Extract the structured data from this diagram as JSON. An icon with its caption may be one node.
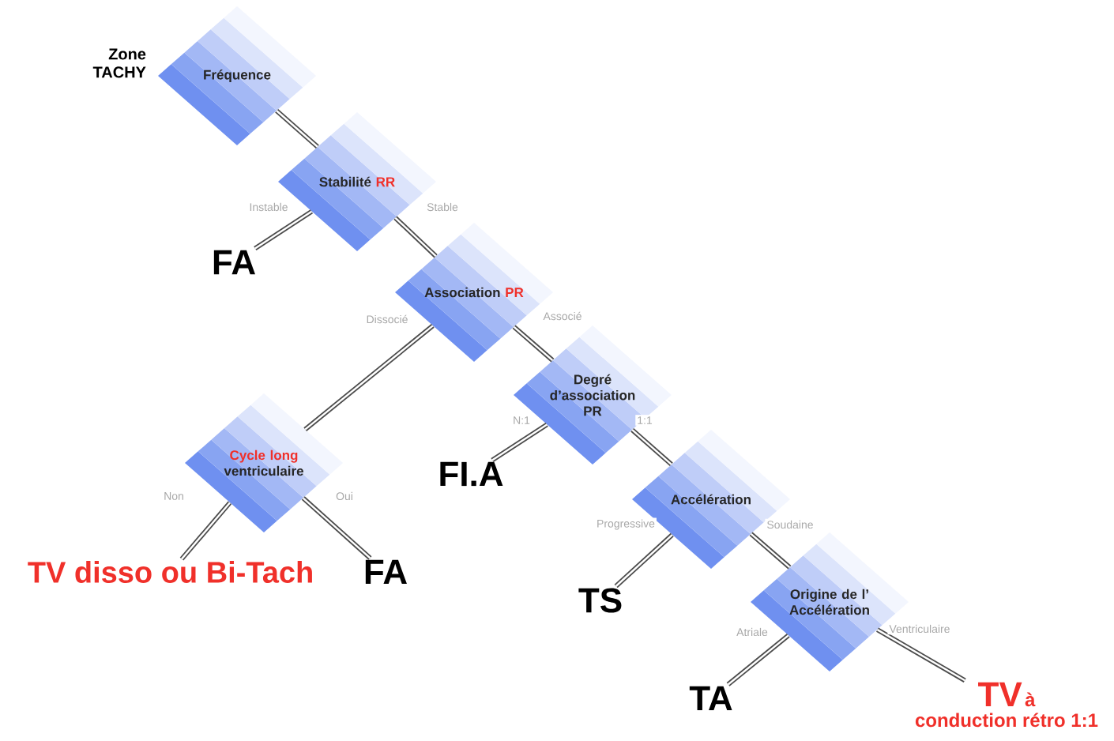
{
  "diagram": {
    "nodes": [
      {
        "text": [
          "Fréquence"
        ],
        "beside": [
          "Zone TACHY"
        ]
      },
      {
        "text": [
          "Stabilité",
          "RR"
        ]
      },
      {
        "text": [
          "Association",
          "PR"
        ]
      },
      {
        "text": [
          "Degré d’association PR"
        ]
      },
      {
        "text": [
          "Accélération"
        ]
      },
      {
        "text": [
          "Origine de l’ Accélération"
        ]
      },
      {
        "text": [
          "Cycle long",
          "ventriculaire"
        ]
      },
      {
        "text": [
          "FA"
        ]
      },
      {
        "text": [
          "FI.A"
        ]
      },
      {
        "text": [
          "TS"
        ]
      },
      {
        "text": [
          "TA"
        ]
      },
      {
        "text": [
          "TV",
          "à",
          "conduction rétro 1:1"
        ]
      },
      {
        "text": [
          "TV disso ou Bi-Tach"
        ]
      },
      {
        "text": [
          "FA"
        ]
      }
    ],
    "edges": [
      {
        "from": 0,
        "to": 1,
        "arrow": "none"
      },
      {
        "from": 1,
        "to": 7,
        "arrow": "none",
        "label": "Instable"
      },
      {
        "from": 1,
        "to": 2,
        "arrow": "none",
        "label": "Stable"
      },
      {
        "from": 2,
        "to": 6,
        "arrow": "none",
        "label": "Dissocié"
      },
      {
        "from": 2,
        "to": 3,
        "arrow": "none",
        "label": "Associé"
      },
      {
        "from": 3,
        "to": 8,
        "arrow": "none",
        "label": "N:1"
      },
      {
        "from": 3,
        "to": 4,
        "arrow": "none",
        "label": "1:1"
      },
      {
        "from": 6,
        "to": 12,
        "arrow": "none",
        "label": "Non"
      },
      {
        "from": 6,
        "to": 13,
        "arrow": "none",
        "label": "Oui"
      },
      {
        "from": 4,
        "to": 9,
        "arrow": "none",
        "label": "Progressive"
      },
      {
        "from": 4,
        "to": 5,
        "arrow": "none",
        "label": "Soudaine"
      },
      {
        "from": 5,
        "to": 10,
        "arrow": "none",
        "label": "Atriale"
      },
      {
        "from": 5,
        "to": 11,
        "arrow": "none",
        "label": "Ventriculaire"
      }
    ]
  }
}
